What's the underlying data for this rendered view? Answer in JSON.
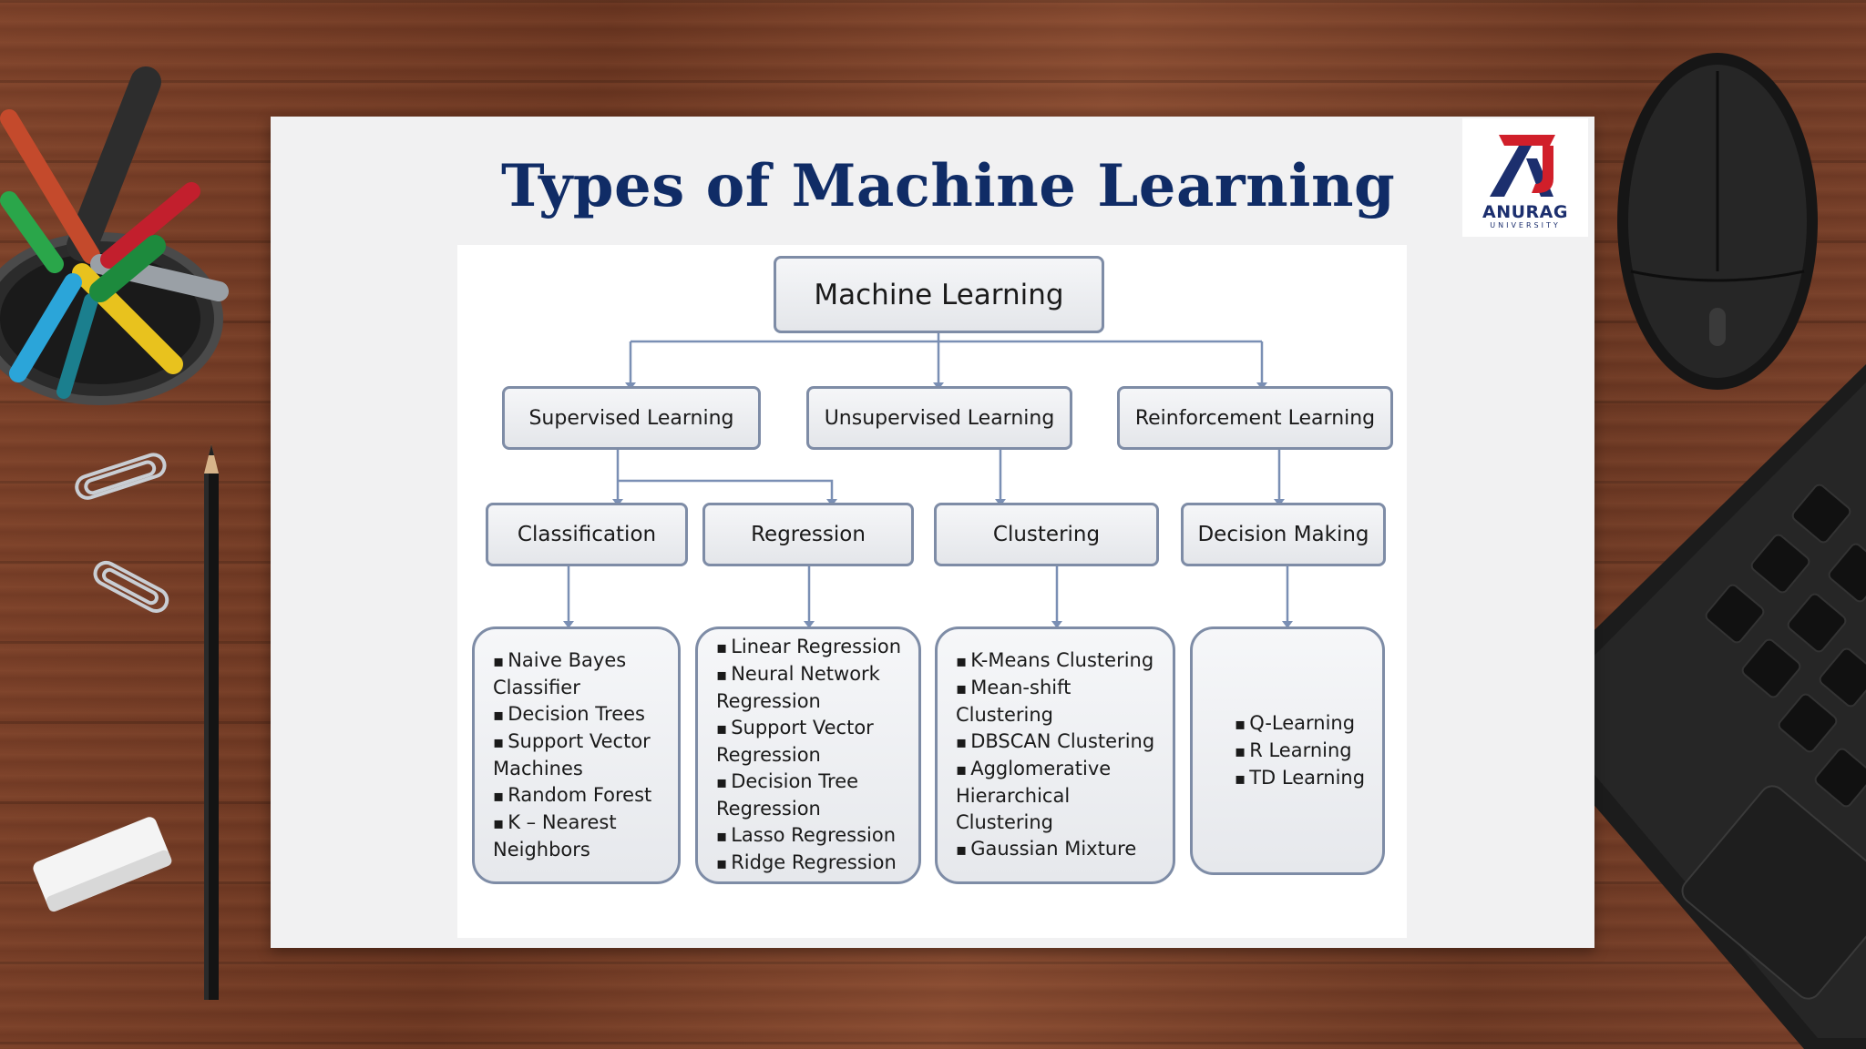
{
  "slide": {
    "title": "Types of Machine Learning"
  },
  "logo": {
    "name": "ANURAG",
    "subtitle": "UNIVERSITY",
    "colors": {
      "red": "#d11f2a",
      "navy": "#1c2f6e"
    }
  },
  "diagram": {
    "root": {
      "label": "Machine Learning"
    },
    "branches": [
      {
        "label": "Supervised Learning",
        "subtypes": [
          {
            "label": "Classification",
            "algorithms": [
              "Naive Bayes Classifier",
              "Decision Trees",
              "Support Vector Machines",
              "Random Forest",
              "K – Nearest Neighbors"
            ]
          },
          {
            "label": "Regression",
            "algorithms": [
              "Linear Regression",
              "Neural Network Regression",
              "Support Vector Regression",
              "Decision Tree Regression",
              "Lasso Regression",
              "Ridge Regression"
            ]
          }
        ]
      },
      {
        "label": "Unsupervised Learning",
        "subtypes": [
          {
            "label": "Clustering",
            "algorithms": [
              "K-Means Clustering",
              "Mean-shift Clustering",
              "DBSCAN Clustering",
              "Agglomerative Hierarchical Clustering",
              "Gaussian Mixture"
            ]
          }
        ]
      },
      {
        "label": "Reinforcement Learning",
        "subtypes": [
          {
            "label": "Decision Making",
            "algorithms": [
              "Q-Learning",
              "R Learning",
              "TD Learning"
            ]
          }
        ]
      }
    ],
    "colors": {
      "box_border": "#7e8ca6",
      "connector": "#7a8fb4",
      "title": "#102c66"
    }
  },
  "desk_items": [
    "pen-holder-icon",
    "pencil-icon",
    "paper-clip-icon",
    "eraser-icon",
    "mouse-icon",
    "laptop-icon"
  ]
}
